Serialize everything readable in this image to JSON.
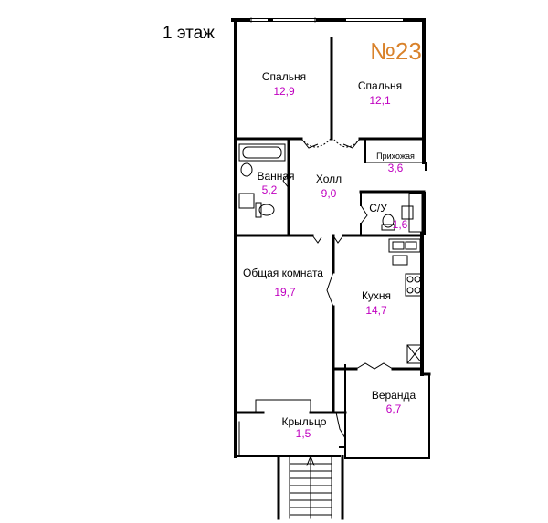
{
  "floor_label": "1 этаж",
  "apartment_number": "№23",
  "colors": {
    "accent": "#d9822b",
    "area": "#c000c0",
    "wall": "#000000"
  },
  "rooms": [
    {
      "id": "bedroom-1",
      "name": "Спальня",
      "area": "12,9"
    },
    {
      "id": "bedroom-2",
      "name": "Спальня",
      "area": "12,1"
    },
    {
      "id": "hallway",
      "name": "Прихожая",
      "area": "3,6"
    },
    {
      "id": "bathroom",
      "name": "Ванная",
      "area": "5,2"
    },
    {
      "id": "hall",
      "name": "Холл",
      "area": "9,0"
    },
    {
      "id": "wc",
      "name": "С/У",
      "area": "1,6"
    },
    {
      "id": "living-room",
      "name": "Общая комната",
      "area": "19,7"
    },
    {
      "id": "kitchen",
      "name": "Кухня",
      "area": "14,7"
    },
    {
      "id": "veranda",
      "name": "Веранда",
      "area": "6,7"
    },
    {
      "id": "porch",
      "name": "Крыльцо",
      "area": "1,5"
    }
  ]
}
